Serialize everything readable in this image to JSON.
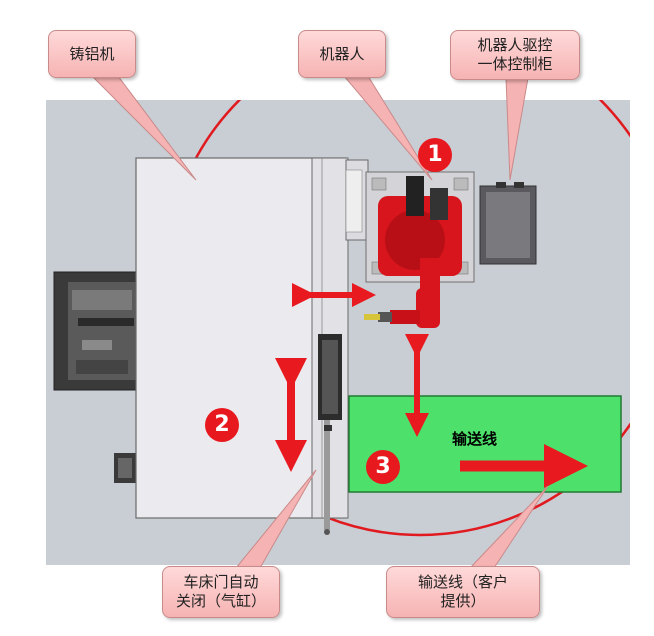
{
  "callouts": {
    "casting": "铸铝机",
    "robot": "机器人",
    "cabinet_line1": "机器人驱控",
    "cabinet_line2": "一体控制柜",
    "door_line1": "车床门自动",
    "door_line2": "关闭（气缸）",
    "conveyor_line1": "输送线（客户",
    "conveyor_line2": "提供）"
  },
  "conveyor_label": "输送线",
  "markers": [
    "1",
    "2",
    "3"
  ],
  "colors": {
    "background_panel": "#c9cdd4",
    "machine_body": "#ebebef",
    "conveyor": "#4de06a",
    "arrow": "#e81a1f",
    "robot": "#d8141c",
    "callout_fill": "#f6b3b3",
    "marker": "#e8191e"
  }
}
